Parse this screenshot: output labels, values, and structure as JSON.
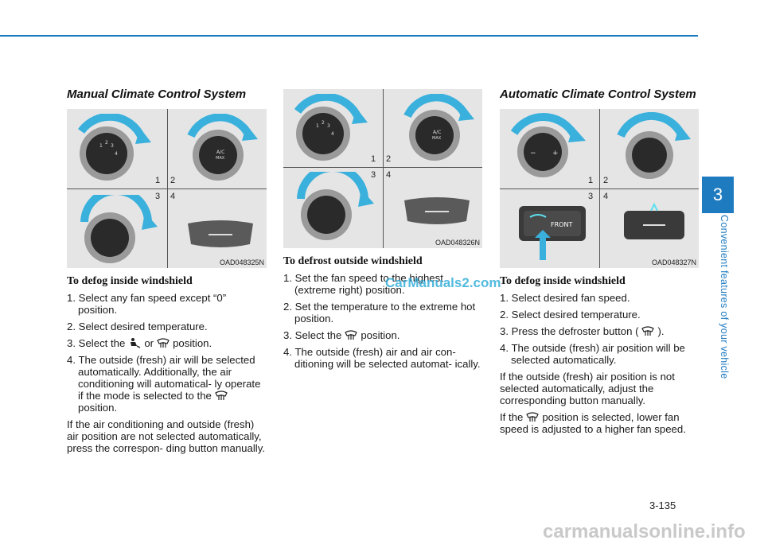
{
  "page": {
    "chapter_number": "3",
    "chapter_title": "Convenient features of your vehicle",
    "page_number": "3-135",
    "watermark_mid": "CarManuals2.com",
    "watermark_bottom": "carmanualsonline.info"
  },
  "col1": {
    "heading": "Manual Climate Control System",
    "figure": {
      "code": "OAD048325N",
      "labels": [
        "1",
        "2",
        "3",
        "4"
      ],
      "dial1": [
        "1",
        "2",
        "3",
        "4"
      ],
      "dial2": [
        "A/C",
        "MAX"
      ]
    },
    "subheading": "To defog inside windshield",
    "steps": [
      {
        "num": "1.",
        "text": "Select any fan speed except “0” position."
      },
      {
        "num": "2.",
        "text": "Select desired temperature."
      },
      {
        "num": "3.",
        "pre": "Select the",
        "mid": "or",
        "post": "position."
      },
      {
        "num": "4.",
        "text": "The outside (fresh) air will be selected automatically. Additionally, the air conditioning will automatical- ly operate if the mode is selected to the",
        "post": "position."
      }
    ],
    "note": "If the air conditioning and outside (fresh) air position are not selected automatically, press the correspon- ding button manually."
  },
  "col2": {
    "figure": {
      "code": "OAD048326N",
      "labels": [
        "1",
        "2",
        "3",
        "4"
      ],
      "dial1": [
        "1",
        "2",
        "3",
        "4"
      ],
      "dial2": [
        "A/C",
        "MAX"
      ]
    },
    "subheading": "To defrost outside windshield",
    "steps": [
      {
        "num": "1.",
        "text": "Set the fan speed to the highest (extreme right) position."
      },
      {
        "num": "2.",
        "text": "Set the temperature to the extreme hot position."
      },
      {
        "num": "3.",
        "pre": "Select the",
        "post": "position."
      },
      {
        "num": "4.",
        "text": "The outside (fresh) air and air con- ditioning will be selected automat- ically."
      }
    ]
  },
  "col3": {
    "heading": "Automatic Climate Control System",
    "figure": {
      "code": "OAD048327N",
      "labels": [
        "1",
        "2",
        "3",
        "4"
      ],
      "button": "FRONT"
    },
    "subheading": "To defog inside windshield",
    "steps": [
      {
        "num": "1.",
        "text": "Select desired fan speed."
      },
      {
        "num": "2.",
        "text": "Select desired temperature."
      },
      {
        "num": "3.",
        "pre": "Press the defroster button (",
        "post": ")."
      },
      {
        "num": "4.",
        "text": "The outside (fresh) air position will be selected automatically."
      }
    ],
    "note1": "If the outside (fresh) air position is not selected automatically, adjust the corresponding button manually.",
    "note2_pre": "If the",
    "note2_post": "position is selected, lower fan speed is adjusted to a higher fan speed."
  }
}
